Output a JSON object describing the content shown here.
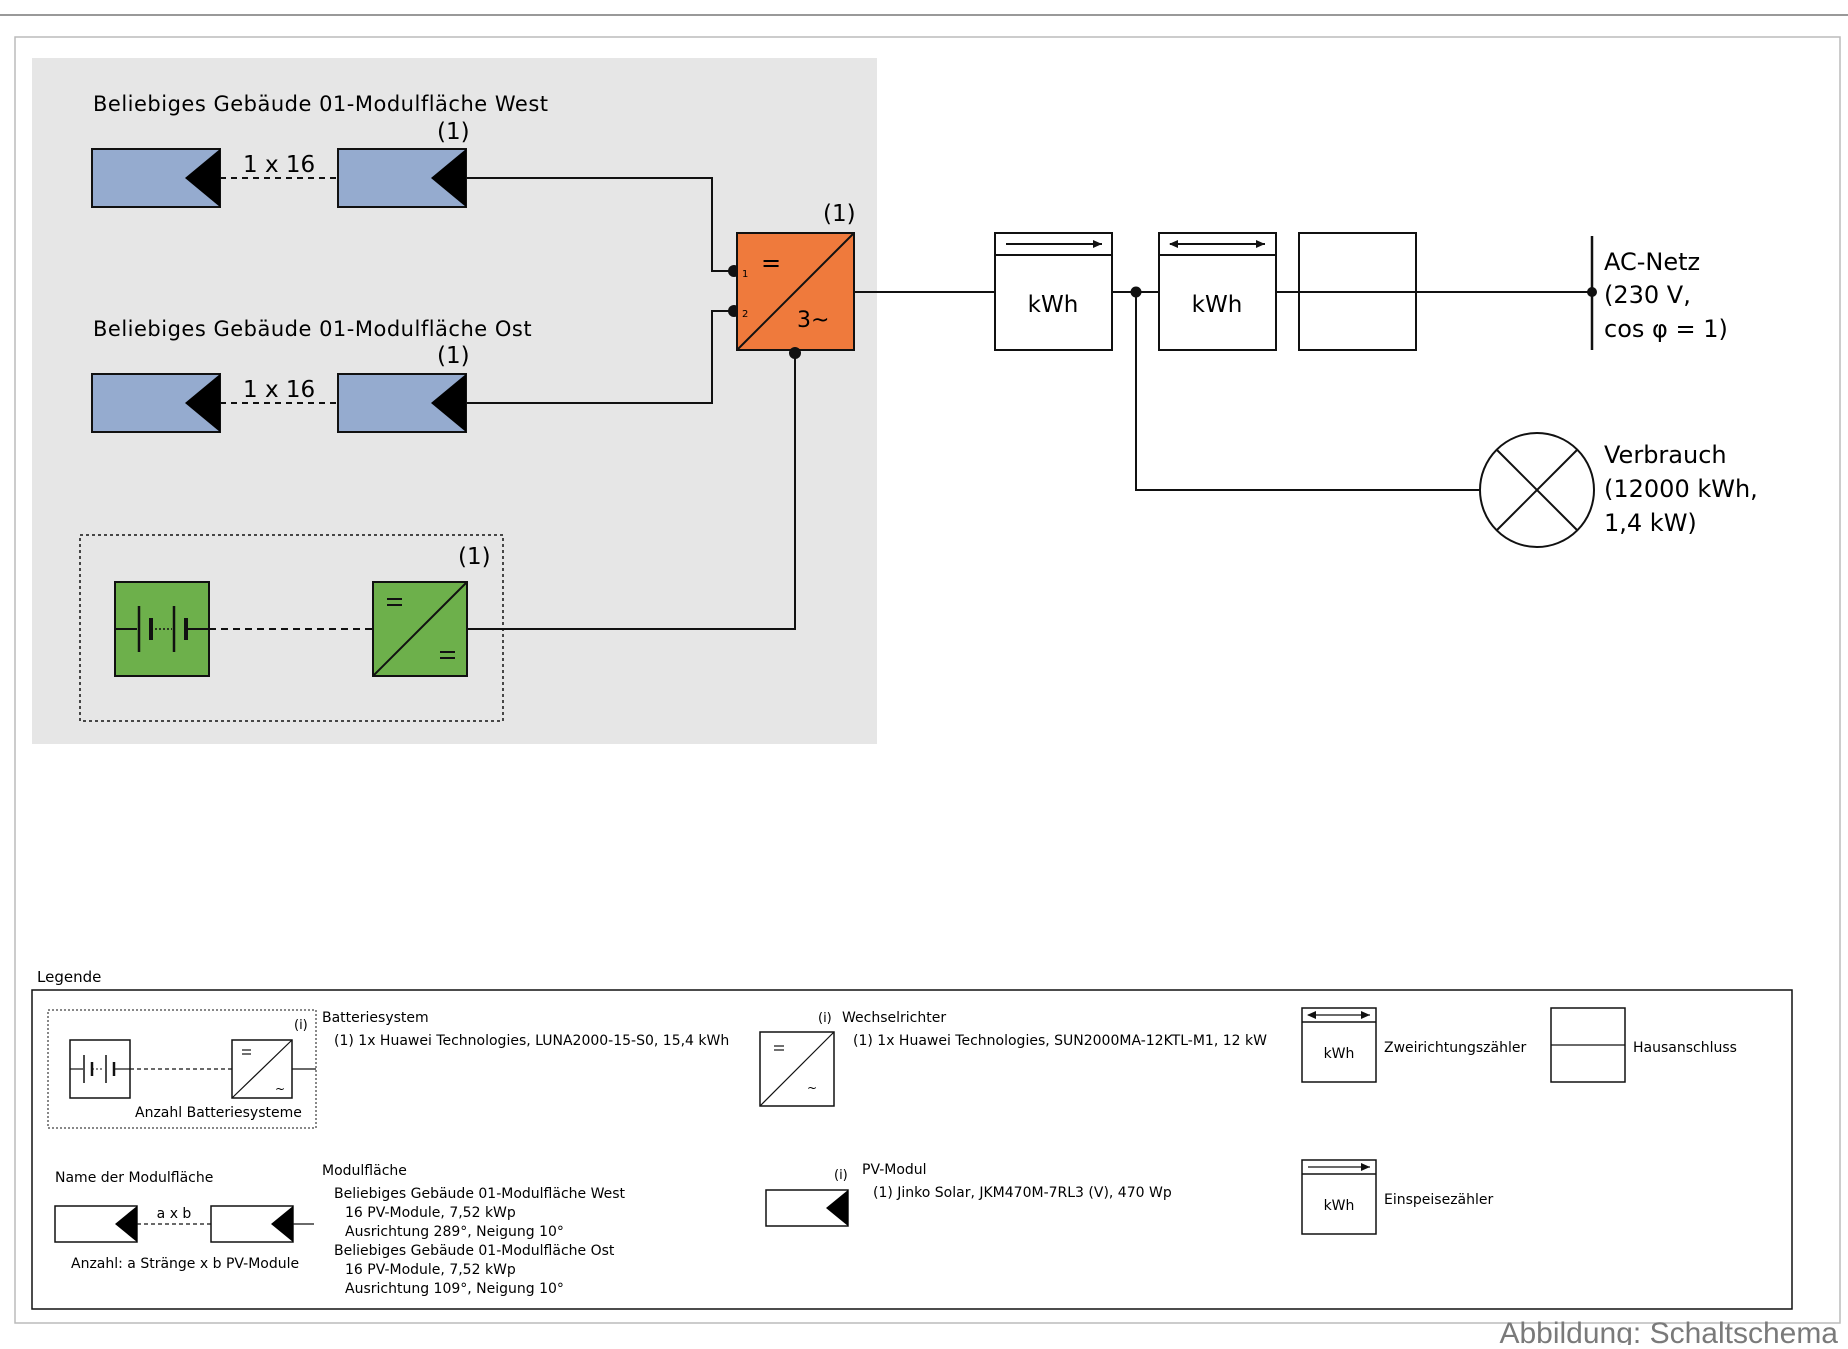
{
  "colors": {
    "pv_module": "#95abcf",
    "inverter": "#ef7a3c",
    "battery": "#6db04b",
    "group_bg": "#e6e6e6",
    "line": "#111111"
  },
  "diagram": {
    "array_west": {
      "title": "Beliebiges Gebäude 01-Modulfläche West",
      "count": "1 x 16",
      "index": "(1)"
    },
    "array_ost": {
      "title": "Beliebiges Gebäude 01-Modulfläche Ost",
      "count": "1 x 16",
      "index": "(1)"
    },
    "battery_index": "(1)",
    "inverter": {
      "index": "(1)",
      "dc_symbol": "=",
      "ac_symbol": "3~",
      "input_1": "1",
      "input_2": "2"
    },
    "meter_1_label": "kWh",
    "meter_2_label": "kWh",
    "grid": {
      "line1": "AC-Netz",
      "line2": "(230 V,",
      "line3": "cos φ  = 1)"
    },
    "consumption": {
      "line1": "Verbrauch",
      "line2": "(12000 kWh,",
      "line3": "1,4 kW)"
    }
  },
  "legend": {
    "title": "Legende",
    "battery_system": {
      "heading": "Batteriesystem",
      "detail": "(1) 1x Huawei Technologies, LUNA2000-15-S0, 15,4 kWh",
      "count_label": "Anzahl Batteriesysteme",
      "index": "(i)"
    },
    "inverter": {
      "heading": "Wechselrichter",
      "detail": "(1) 1x Huawei Technologies, SUN2000MA-12KTL-M1, 12 kW",
      "index": "(i)"
    },
    "bidirectional_meter": {
      "label": "Zweirichtungszähler",
      "unit": "kWh"
    },
    "house_connection": {
      "label": "Hausanschluss"
    },
    "array": {
      "name_label": "Name der Modulfläche",
      "count_symbol": "a x b",
      "count_label": "Anzahl: a Stränge x b PV-Module",
      "heading": "Modulfläche",
      "lines": [
        "Beliebiges Gebäude 01-Modulfläche West",
        "16 PV-Module, 7,52 kWp",
        "Ausrichtung 289°, Neigung 10°",
        "Beliebiges Gebäude 01-Modulfläche Ost",
        "16 PV-Module, 7,52 kWp",
        "Ausrichtung 109°, Neigung 10°"
      ]
    },
    "pv_module": {
      "heading": "PV-Modul",
      "detail": "(1) Jinko Solar, JKM470M-7RL3 (V), 470 Wp",
      "index": "(i)"
    },
    "feed_meter": {
      "label": "Einspeisezähler",
      "unit": "kWh"
    }
  },
  "caption": "Abbildung: Schaltschema"
}
